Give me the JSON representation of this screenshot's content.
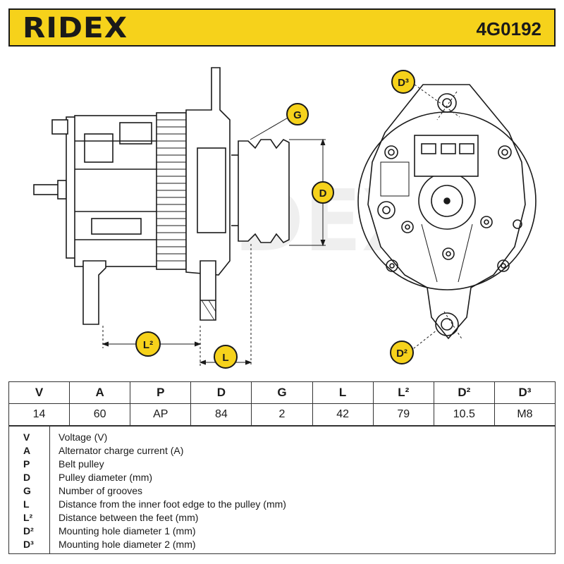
{
  "brand": {
    "logo": "RIDEX",
    "part_number": "4G0192"
  },
  "drawing": {
    "watermark": "RIDEX",
    "dimension_labels": {
      "g": "G",
      "d": "D",
      "l2": "L²",
      "l": "L",
      "d2": "D²",
      "d3": "D³"
    },
    "colors": {
      "badge": "#f6d21b",
      "line": "#1a1a1a",
      "watermark": "#efefef"
    }
  },
  "spec_table": {
    "headers": [
      "V",
      "A",
      "P",
      "D",
      "G",
      "L",
      "L²",
      "D²",
      "D³"
    ],
    "values": [
      "14",
      "60",
      "AP",
      "84",
      "2",
      "42",
      "79",
      "10.5",
      "M8"
    ]
  },
  "legend": [
    {
      "code": "V",
      "desc": "Voltage (V)"
    },
    {
      "code": "A",
      "desc": "Alternator charge current (A)"
    },
    {
      "code": "P",
      "desc": "Belt pulley"
    },
    {
      "code": "D",
      "desc": "Pulley diameter (mm)"
    },
    {
      "code": "G",
      "desc": "Number of grooves"
    },
    {
      "code": "L",
      "desc": "Distance from the inner foot edge to the pulley (mm)"
    },
    {
      "code": "L²",
      "desc": "Distance between the feet (mm)"
    },
    {
      "code": "D²",
      "desc": "Mounting hole diameter 1 (mm)"
    },
    {
      "code": "D³",
      "desc": "Mounting hole diameter 2 (mm)"
    }
  ]
}
